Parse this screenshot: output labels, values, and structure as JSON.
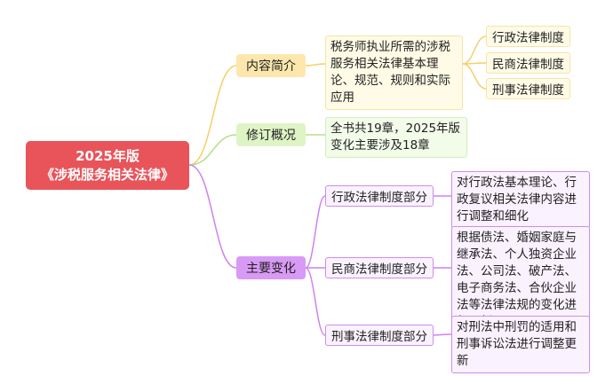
{
  "root": {
    "line1": "2025年版",
    "line2": "《涉税服务相关法律》"
  },
  "intro": {
    "label": "内容简介",
    "summary": "税务师执业所需的涉税服务相关法律基本理论、规范、规则和实际应用",
    "items": [
      "行政法律制度",
      "民商法律制度",
      "刑事法律制度"
    ]
  },
  "revision": {
    "label": "修订概况",
    "summary": "全书共19章，2025年版变化主要涉及18章"
  },
  "changes": {
    "label": "主要变化",
    "items": [
      {
        "part": "行政法律制度部分",
        "detail": "对行政法基本理论、行政复议相关法律内容进行调整和细化"
      },
      {
        "part": "民商法律制度部分",
        "detail": "根据债法、婚姻家庭与继承法、个人独资企业法、公司法、破产法、电子商务法、合伙企业法等法律法规的变化进行更新"
      },
      {
        "part": "刑事法律制度部分",
        "detail": "对刑法中刑罚的适用和刑事诉讼法进行调整更新"
      }
    ]
  },
  "colors": {
    "root": "#e8545a",
    "yellow": "#fde7ad",
    "green": "#dff4c5",
    "purple": "#d89af5"
  }
}
